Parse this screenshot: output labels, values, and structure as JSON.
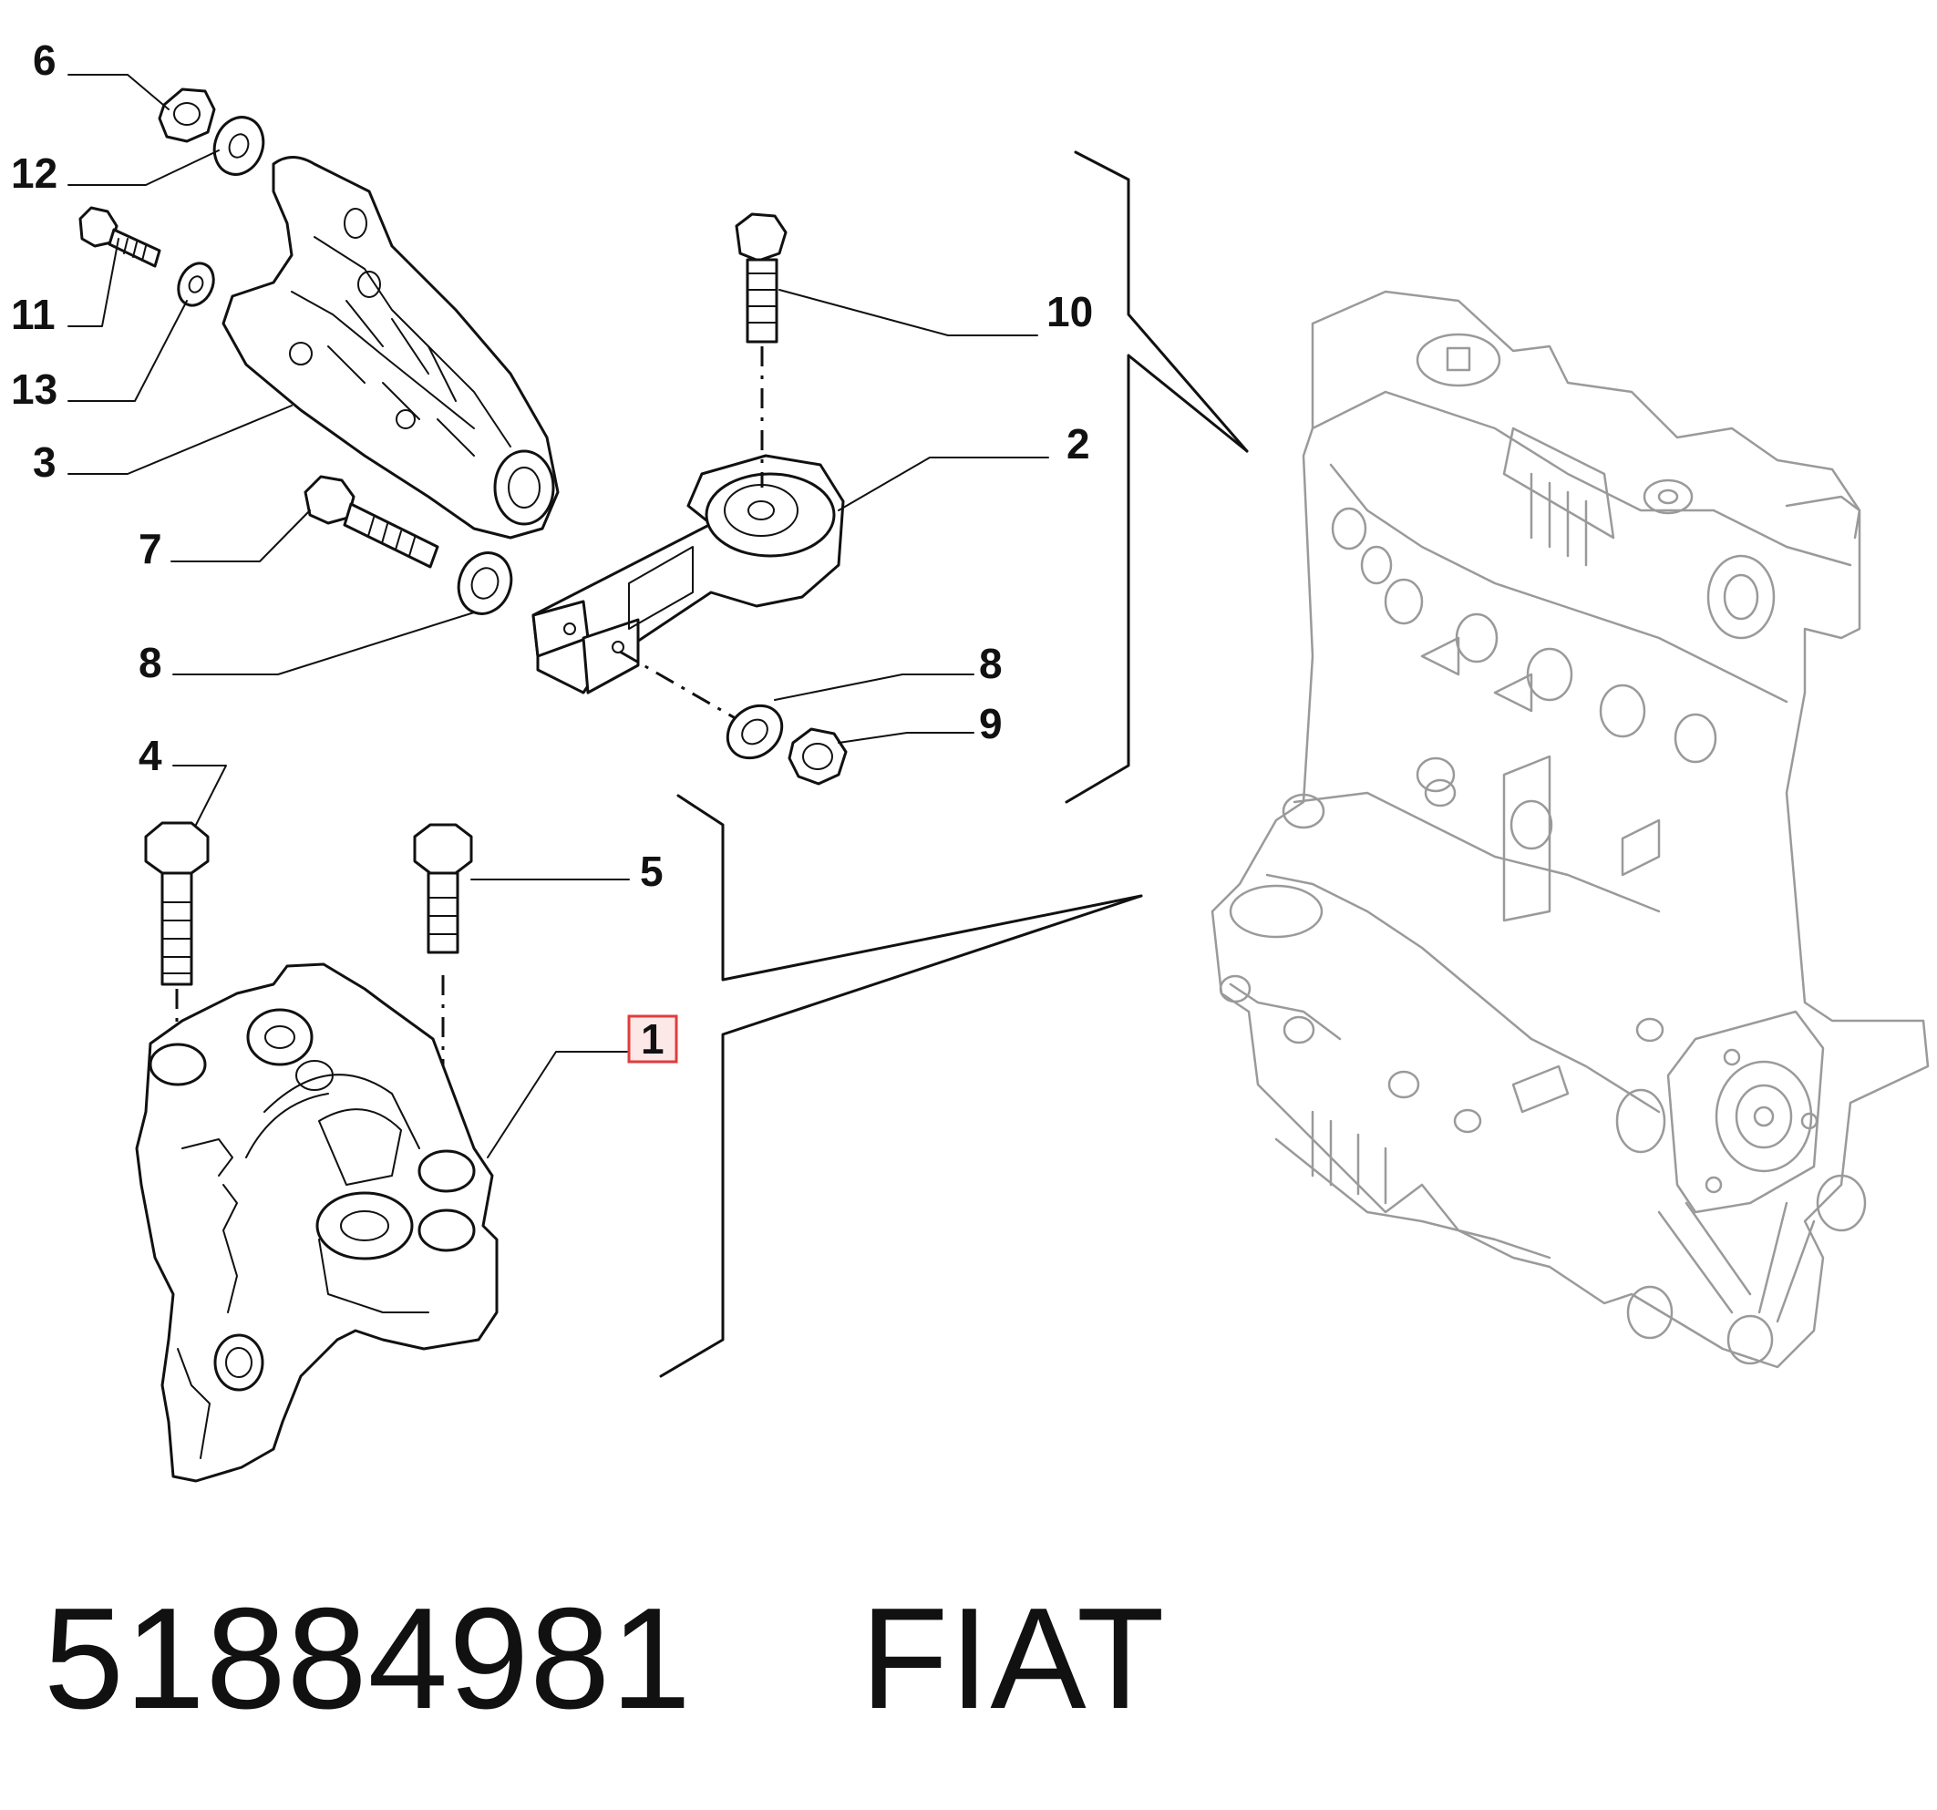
{
  "callouts": {
    "c6": "6",
    "c12": "12",
    "c11": "11",
    "c13": "13",
    "c3": "3",
    "c7": "7",
    "c8a": "8",
    "c10": "10",
    "c2": "2",
    "c8b": "8",
    "c9": "9",
    "c4": "4",
    "c5": "5",
    "c1": "1"
  },
  "highlight": {
    "part": "1",
    "color": "#e03c3c"
  },
  "caption": {
    "part_number": "51884981",
    "brand": "FIAT"
  }
}
